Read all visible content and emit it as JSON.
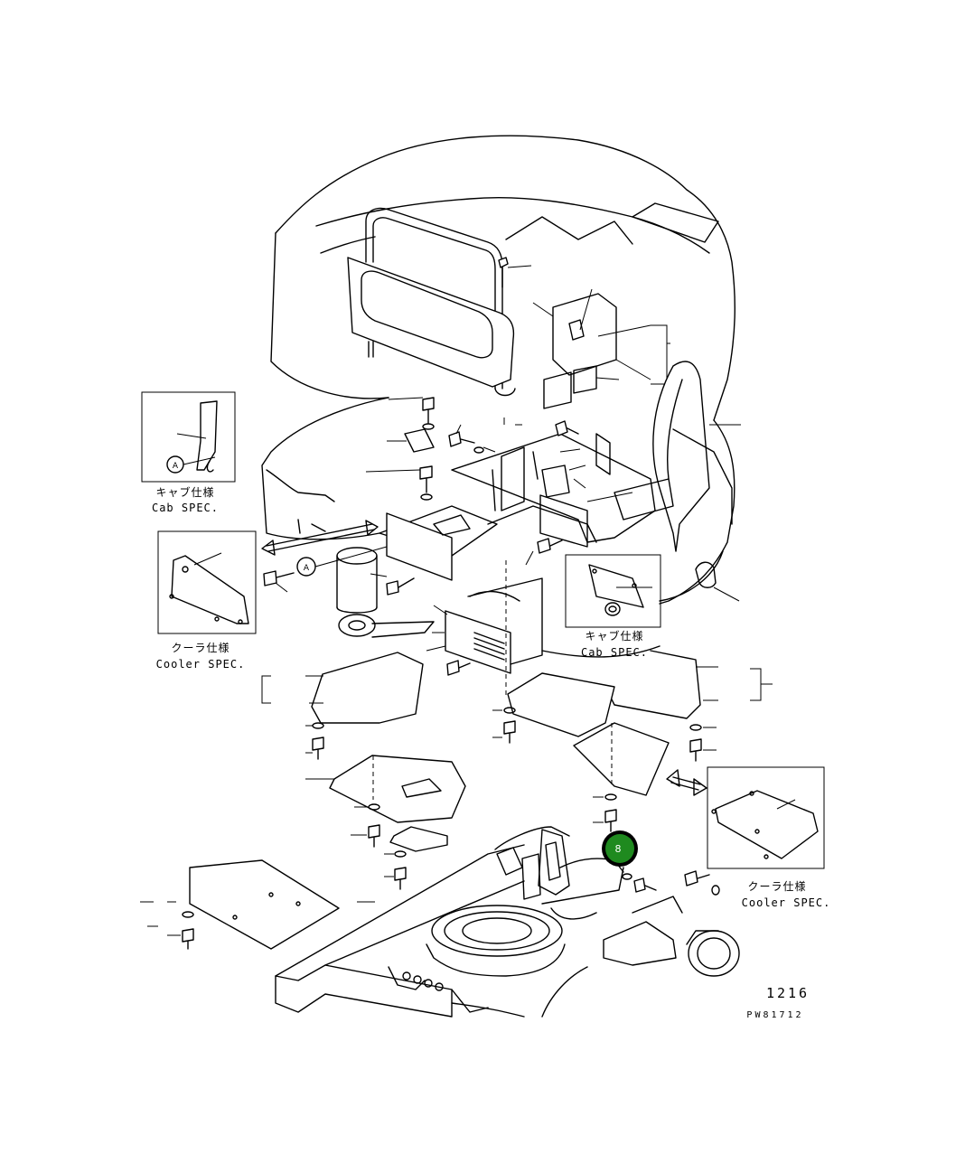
{
  "insets": {
    "cab_top": {
      "jp": "キャブ仕様",
      "en": "Cab SPEC."
    },
    "cooler_left": {
      "jp": "クーラ仕様",
      "en": "Cooler SPEC."
    },
    "cab_mid": {
      "jp": "キャブ仕様",
      "en": "Cab SPEC."
    },
    "cooler_right": {
      "jp": "クーラ仕様",
      "en": "Cooler SPEC."
    }
  },
  "detail_marks": {
    "a1": "A",
    "a2": "A"
  },
  "hotspot": {
    "label": "8",
    "color": "#1f8a1f"
  },
  "figure_number": "1216",
  "drawing_code": "PW81712"
}
